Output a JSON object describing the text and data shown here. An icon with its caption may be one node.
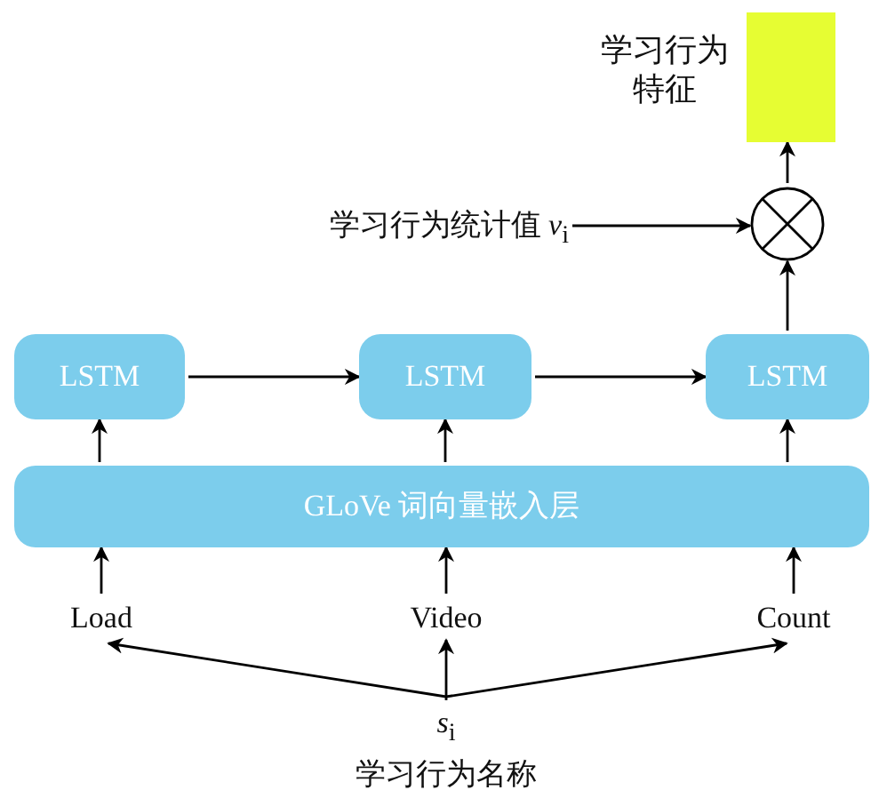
{
  "diagram": {
    "nodes": [
      {
        "text": [
          "LSTM"
        ]
      },
      {
        "text": [
          "LSTM"
        ]
      },
      {
        "text": [
          "LSTM"
        ]
      },
      {
        "text": [
          "GLoVe 词向量嵌入层"
        ]
      },
      {
        "text": [
          "Load"
        ]
      },
      {
        "text": [
          "Video"
        ]
      },
      {
        "text": [
          "Count"
        ]
      },
      {
        "text": [
          "*s*$_{i}$",
          "学习行为名称"
        ]
      },
      {
        "text": [
          "学习行为统计值 *v*$_{i}$"
        ]
      },
      {
        "text": [],
        "shape": "circle"
      },
      {
        "text": [],
        "shape": "box",
        "beside": [
          "学习行为特征"
        ]
      }
    ],
    "edges": [
      {
        "from": 4,
        "to": 3,
        "arrow": "to"
      },
      {
        "from": 5,
        "to": 3,
        "arrow": "to"
      },
      {
        "from": 6,
        "to": 3,
        "arrow": "to"
      },
      {
        "from": 3,
        "to": 0,
        "arrow": "to"
      },
      {
        "from": 3,
        "to": 1,
        "arrow": "to"
      },
      {
        "from": 3,
        "to": 2,
        "arrow": "to"
      },
      {
        "from": 0,
        "to": 1,
        "arrow": "to"
      },
      {
        "from": 1,
        "to": 2,
        "arrow": "to"
      },
      {
        "from": 2,
        "to": 9,
        "arrow": "to"
      },
      {
        "from": 8,
        "to": 9,
        "arrow": "to"
      },
      {
        "from": 9,
        "to": 10,
        "arrow": "to"
      },
      {
        "from": 7,
        "to": 4,
        "arrow": "to"
      },
      {
        "from": 7,
        "to": 5,
        "arrow": "to"
      },
      {
        "from": 7,
        "to": 6,
        "arrow": "to"
      }
    ]
  }
}
